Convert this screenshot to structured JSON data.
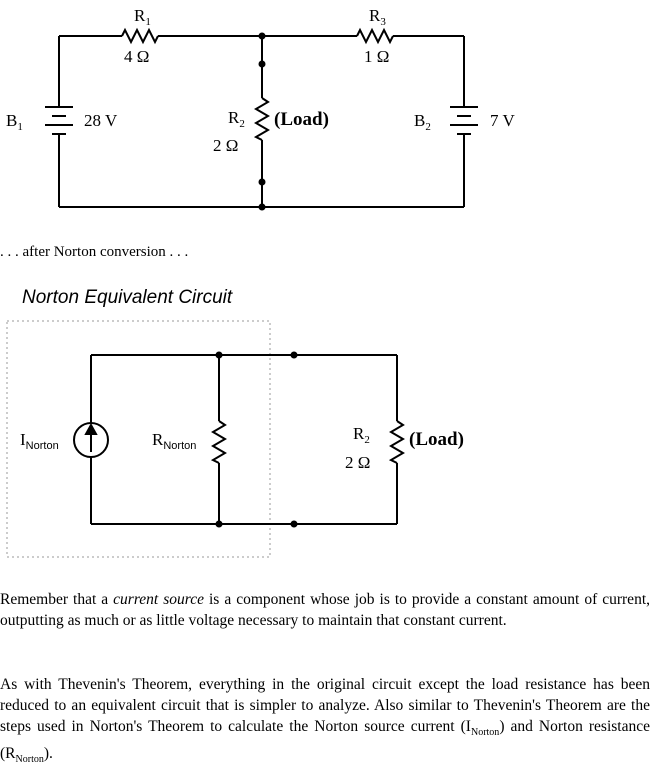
{
  "circuit1": {
    "r1": {
      "name": "R",
      "sub": "1",
      "value": "4 Ω"
    },
    "r3": {
      "name": "R",
      "sub": "3",
      "value": "1 Ω"
    },
    "r2": {
      "name": "R",
      "sub": "2",
      "value": "2 Ω",
      "tag": "(Load)"
    },
    "b1": {
      "name": "B",
      "sub": "1",
      "value": "28 V"
    },
    "b2": {
      "name": "B",
      "sub": "2",
      "value": "7 V"
    }
  },
  "transition_text": ". . . after Norton conversion . . .",
  "norton": {
    "title_pre": "Norton ",
    "title_e": "E",
    "title_post": "quivalent Circuit",
    "source_name": "I",
    "source_sub": "Norton",
    "resistor_name": "R",
    "resistor_sub": "Norton",
    "load_name": "R",
    "load_sub": "2",
    "load_tag": "(Load)",
    "load_value": "2 Ω"
  },
  "paragraph1": {
    "pre": "Remember that a ",
    "em": "current source",
    "post": " is a component whose job is to provide a constant amount of current, outputting as much or as little voltage necessary to maintain that constant current."
  },
  "paragraph2": {
    "text": "As with Thevenin's Theorem, everything in the original circuit except the load resistance has been reduced to an equivalent circuit that is simpler to analyze. Also similar to Thevenin's Theorem are the steps used in Norton's Theorem to calculate the Norton source current (",
    "i_name": "I",
    "i_sub": "Norton",
    "mid": ") and Norton resistance (",
    "r_name": "R",
    "r_sub": "Norton",
    "end": ")."
  }
}
